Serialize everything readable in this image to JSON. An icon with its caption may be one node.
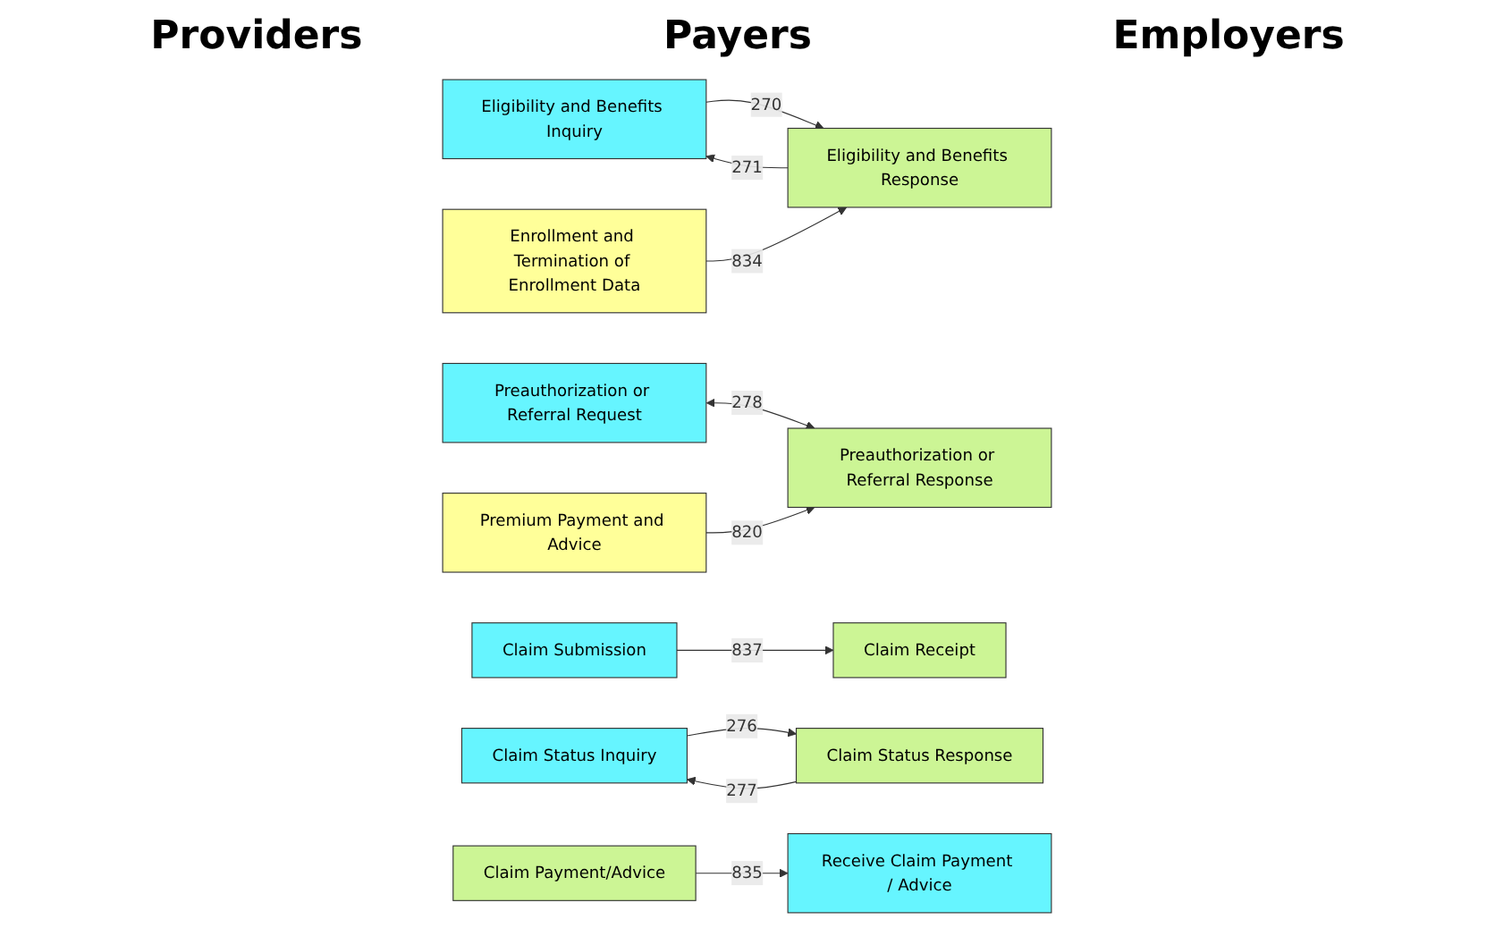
{
  "diagram": {
    "nodes": [
      {
        "text": [
          "Eligibility and Benefits Inquiry"
        ]
      },
      {
        "text": [
          "Eligibility and Benefits Response"
        ]
      },
      {
        "text": [
          "Enrollment and Termination of Enrollment Data"
        ]
      },
      {
        "text": [
          "Preauthorization or Referral Request"
        ]
      },
      {
        "text": [
          "Preauthorization or Referral Response"
        ]
      },
      {
        "text": [
          "Premium Payment and Advice"
        ]
      },
      {
        "text": [
          "Claim Submission"
        ]
      },
      {
        "text": [
          "Claim Receipt"
        ]
      },
      {
        "text": [
          "Claim Status Inquiry"
        ]
      },
      {
        "text": [
          "Claim Status Response"
        ]
      },
      {
        "text": [
          "Receive Claim Payment / Advice"
        ]
      },
      {
        "text": [
          "Claim Payment/Advice"
        ]
      }
    ],
    "edges": [
      {
        "from": 0,
        "to": 1,
        "arrow": "to",
        "label": "270"
      },
      {
        "from": 1,
        "to": 0,
        "arrow": "to",
        "label": "271"
      },
      {
        "from": 2,
        "to": 1,
        "arrow": "to",
        "label": "834"
      },
      {
        "from": 3,
        "to": 4,
        "arrow": "both",
        "label": "278"
      },
      {
        "from": 5,
        "to": 4,
        "arrow": "to",
        "label": "820"
      },
      {
        "from": 6,
        "to": 7,
        "arrow": "to",
        "label": "837"
      },
      {
        "from": 8,
        "to": 9,
        "arrow": "to",
        "label": "276"
      },
      {
        "from": 9,
        "to": 8,
        "arrow": "to",
        "label": "277"
      },
      {
        "from": 11,
        "to": 10,
        "arrow": "to",
        "label": "835"
      }
    ],
    "labels": [
      "Providers",
      "Payers",
      "Employers"
    ]
  }
}
